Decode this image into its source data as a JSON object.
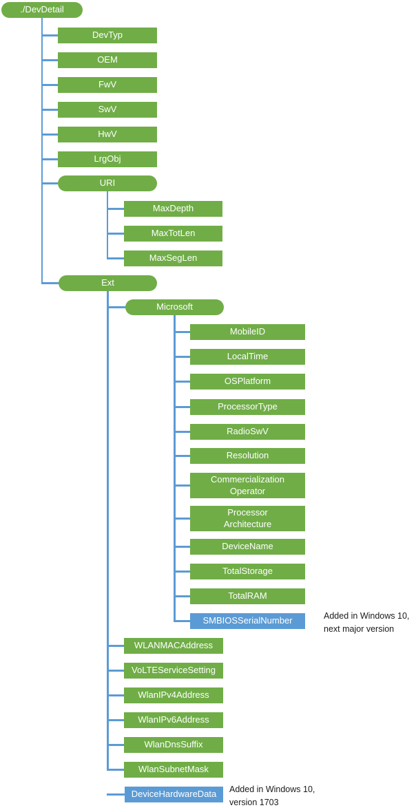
{
  "colors": {
    "node_green": "#70AD47",
    "node_blue": "#5B9BD5",
    "connector_blue": "#5B9BD5",
    "annotation_text": "#1a1a1a"
  },
  "nodes": [
    {
      "id": "devdetail",
      "label": "./DevDetail",
      "shape": "pill",
      "color": "green",
      "parent": null
    },
    {
      "id": "devtyp",
      "label": "DevTyp",
      "shape": "rect",
      "color": "green",
      "parent": "devdetail"
    },
    {
      "id": "oem",
      "label": "OEM",
      "shape": "rect",
      "color": "green",
      "parent": "devdetail"
    },
    {
      "id": "fwv",
      "label": "FwV",
      "shape": "rect",
      "color": "green",
      "parent": "devdetail"
    },
    {
      "id": "swv",
      "label": "SwV",
      "shape": "rect",
      "color": "green",
      "parent": "devdetail"
    },
    {
      "id": "hwv",
      "label": "HwV",
      "shape": "rect",
      "color": "green",
      "parent": "devdetail"
    },
    {
      "id": "lrgobj",
      "label": "LrgObj",
      "shape": "rect",
      "color": "green",
      "parent": "devdetail"
    },
    {
      "id": "uri",
      "label": "URI",
      "shape": "pill",
      "color": "green",
      "parent": "devdetail"
    },
    {
      "id": "maxdepth",
      "label": "MaxDepth",
      "shape": "rect",
      "color": "green",
      "parent": "uri"
    },
    {
      "id": "maxtotlen",
      "label": "MaxTotLen",
      "shape": "rect",
      "color": "green",
      "parent": "uri"
    },
    {
      "id": "maxseglen",
      "label": "MaxSegLen",
      "shape": "rect",
      "color": "green",
      "parent": "uri"
    },
    {
      "id": "ext",
      "label": "Ext",
      "shape": "pill",
      "color": "green",
      "parent": "devdetail"
    },
    {
      "id": "microsoft",
      "label": "Microsoft",
      "shape": "pill",
      "color": "green",
      "parent": "ext"
    },
    {
      "id": "mobileid",
      "label": "MobileID",
      "shape": "rect",
      "color": "green",
      "parent": "microsoft"
    },
    {
      "id": "localtime",
      "label": "LocalTime",
      "shape": "rect",
      "color": "green",
      "parent": "microsoft"
    },
    {
      "id": "osplatform",
      "label": "OSPlatform",
      "shape": "rect",
      "color": "green",
      "parent": "microsoft"
    },
    {
      "id": "processortype",
      "label": "ProcessorType",
      "shape": "rect",
      "color": "green",
      "parent": "microsoft"
    },
    {
      "id": "radioswv",
      "label": "RadioSwV",
      "shape": "rect",
      "color": "green",
      "parent": "microsoft"
    },
    {
      "id": "resolution",
      "label": "Resolution",
      "shape": "rect",
      "color": "green",
      "parent": "microsoft"
    },
    {
      "id": "commercializationoperator",
      "label": "Commercialization\nOperator",
      "shape": "rect",
      "color": "green",
      "parent": "microsoft"
    },
    {
      "id": "processorarchitecture",
      "label": "Processor\nArchitecture",
      "shape": "rect",
      "color": "green",
      "parent": "microsoft"
    },
    {
      "id": "devicename",
      "label": "DeviceName",
      "shape": "rect",
      "color": "green",
      "parent": "microsoft"
    },
    {
      "id": "totalstorage",
      "label": "TotalStorage",
      "shape": "rect",
      "color": "green",
      "parent": "microsoft"
    },
    {
      "id": "totalram",
      "label": "TotalRAM",
      "shape": "rect",
      "color": "green",
      "parent": "microsoft"
    },
    {
      "id": "smbiosserialnumber",
      "label": "SMBIOSSerialNumber",
      "shape": "rect",
      "color": "blue",
      "parent": "microsoft"
    },
    {
      "id": "wlanmacaddress",
      "label": "WLANMACAddress",
      "shape": "rect",
      "color": "green",
      "parent": "ext"
    },
    {
      "id": "volteservicesetting",
      "label": "VoLTEServiceSetting",
      "shape": "rect",
      "color": "green",
      "parent": "ext"
    },
    {
      "id": "wlanipv4address",
      "label": "WlanIPv4Address",
      "shape": "rect",
      "color": "green",
      "parent": "ext"
    },
    {
      "id": "wlanipv6address",
      "label": "WlanIPv6Address",
      "shape": "rect",
      "color": "green",
      "parent": "ext"
    },
    {
      "id": "wlandnssuffix",
      "label": "WlanDnsSuffix",
      "shape": "rect",
      "color": "green",
      "parent": "ext"
    },
    {
      "id": "wlansubnetmask",
      "label": "WlanSubnetMask",
      "shape": "rect",
      "color": "green",
      "parent": "ext"
    },
    {
      "id": "devicehardwaredata",
      "label": "DeviceHardwareData",
      "shape": "rect",
      "color": "blue",
      "parent": null
    }
  ],
  "annotations": [
    {
      "target": "smbiosserialnumber",
      "text": "Added in Windows 10,\nnext major version"
    },
    {
      "target": "devicehardwaredata",
      "text": "Added in Windows 10,\nversion 1703"
    }
  ]
}
